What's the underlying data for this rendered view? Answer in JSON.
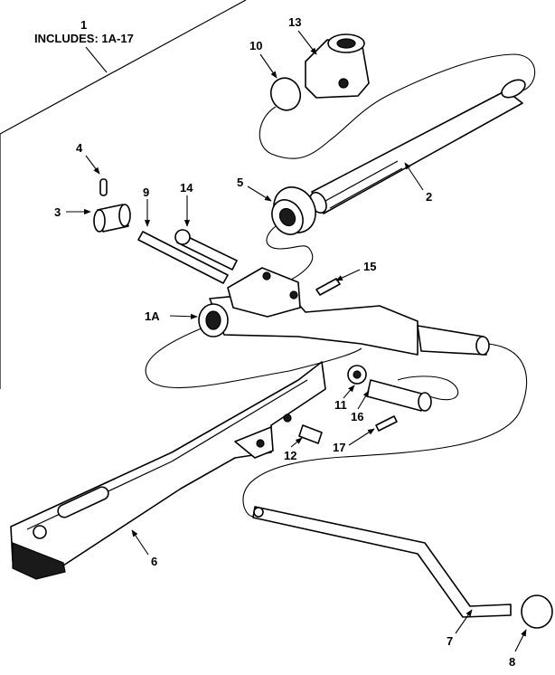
{
  "header": {
    "number": "1",
    "includes": "INCLUDES: 1A-17"
  },
  "callouts": {
    "c1A": "1A",
    "c2": "2",
    "c3": "3",
    "c4": "4",
    "c5": "5",
    "c6": "6",
    "c7": "7",
    "c8": "8",
    "c9": "9",
    "c10": "10",
    "c11": "11",
    "c12": "12",
    "c13": "13",
    "c14": "14",
    "c15": "15",
    "c16": "16",
    "c17": "17"
  }
}
